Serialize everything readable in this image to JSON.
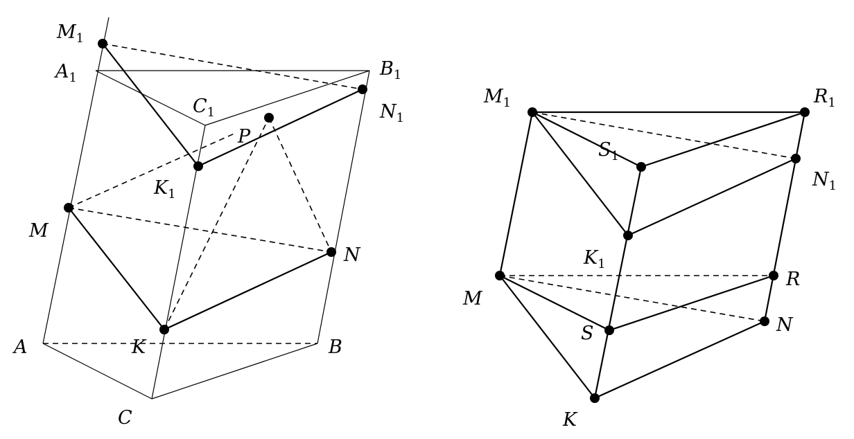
{
  "figures": [
    {
      "name": "left-prism",
      "labels": {
        "M1": "M",
        "A1": "A",
        "B1": "B",
        "C1": "C",
        "P": "P",
        "N1": "N",
        "K1": "K",
        "M": "M",
        "N": "N",
        "K": "K",
        "A": "A",
        "B": "B",
        "C": "C"
      },
      "subscript": "1"
    },
    {
      "name": "right-prism",
      "labels": {
        "M1": "M",
        "R1": "R",
        "S1": "S",
        "N1": "N",
        "K1": "K",
        "M": "M",
        "R": "R",
        "S": "S",
        "N": "N",
        "K": "K"
      },
      "subscript": "1"
    }
  ]
}
